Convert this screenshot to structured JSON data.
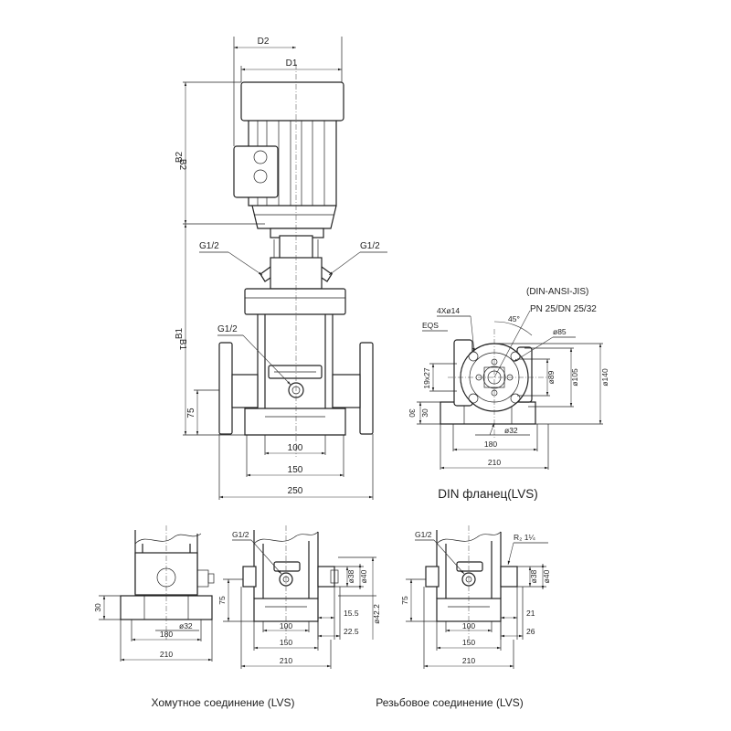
{
  "front_view": {
    "d2": "D2",
    "d1": "D1",
    "b2_left": "B2",
    "b2_right": "B2",
    "b1_left": "B1",
    "b1_right": "B1",
    "g_left": "G1/2",
    "g_right": "G1/2",
    "g_mid": "G1/2",
    "dim_75": "75",
    "dim_100": "100",
    "dim_150": "150",
    "dim_250": "250"
  },
  "flange_view": {
    "standard": "(DIN-ANSI-JIS)",
    "pressure": "PN 25/DN 25/32",
    "holes": "4Xø14",
    "eqs": "EQS",
    "angle": "45°",
    "d85": "ø85",
    "d89": "ø89",
    "d105": "ø105",
    "d140": "ø140",
    "slot": "19x27",
    "dim_30": "30",
    "dim_30_mirrored": "30",
    "d32": "ø32",
    "dim_180": "180",
    "dim_210": "210",
    "caption": "DIN фланец(LVS)"
  },
  "clamp_view": {
    "dim_30": "30",
    "d32": "ø32",
    "dim_180": "180",
    "dim_210": "210",
    "caption": "Хомутное соединение (LVS)"
  },
  "clamp_detail": {
    "g": "G1/2",
    "dim_75": "75",
    "d38": "ø38",
    "d40": "ø40",
    "d42": "ø42.2",
    "dim_15": "15.5",
    "dim_22": "22.5",
    "dim_100": "100",
    "dim_150": "150",
    "dim_210": "210"
  },
  "thread_view": {
    "g": "G1/2",
    "r2": "R₂ 1¼",
    "dim_75": "75",
    "d38": "ø38",
    "d40": "ø40",
    "dim_21": "21",
    "dim_26": "26",
    "dim_100": "100",
    "dim_150": "150",
    "dim_210": "210",
    "caption": "Резьбовое соединение (LVS)"
  }
}
